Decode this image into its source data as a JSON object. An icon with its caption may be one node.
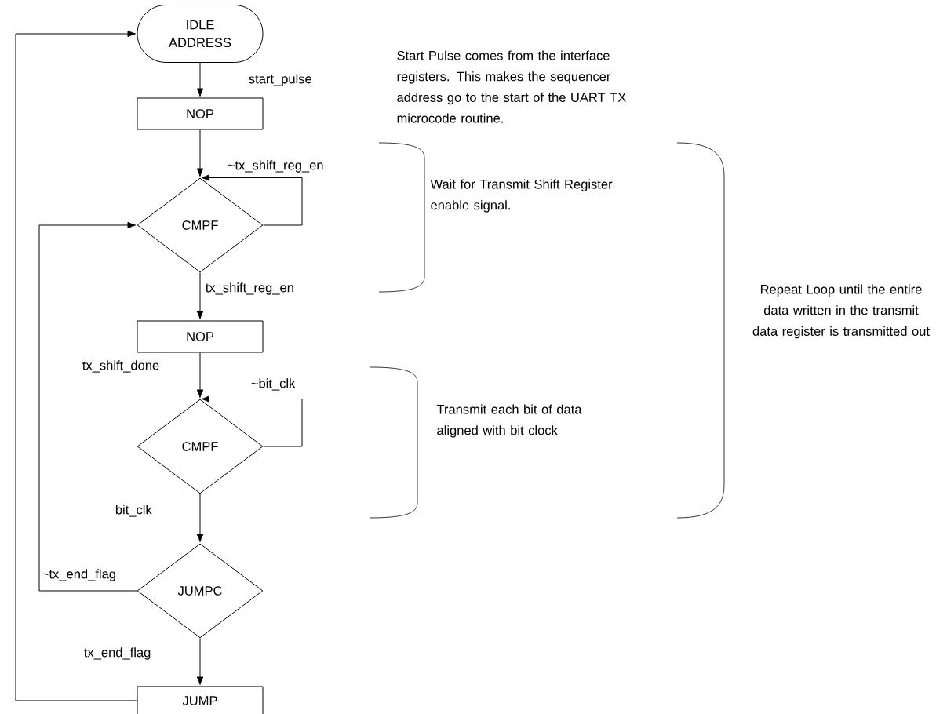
{
  "diagram": {
    "nodes": [
      {
        "text": [
          "IDLE ADDRESS"
        ]
      },
      {
        "text": [
          "NOP"
        ]
      },
      {
        "text": [
          "CMPF"
        ]
      },
      {
        "text": [
          "NOP"
        ]
      },
      {
        "text": [
          "CMPF"
        ]
      },
      {
        "text": [
          "JUMPC"
        ]
      },
      {
        "text": [
          "JUMP"
        ]
      }
    ],
    "edges": [
      {
        "from": 0,
        "to": 1,
        "arrow": "to",
        "label": "start_pulse"
      },
      {
        "from": 1,
        "to": 2,
        "arrow": "to"
      },
      {
        "from": 2,
        "to": 2,
        "arrow": "to",
        "label": "~tx_shift_reg_en"
      },
      {
        "from": 2,
        "to": 3,
        "arrow": "to",
        "label": "tx_shift_reg_en"
      },
      {
        "from": 3,
        "to": 4,
        "arrow": "to",
        "label": "tx_shift_done"
      },
      {
        "from": 4,
        "to": 4,
        "arrow": "to",
        "label": "~bit_clk"
      },
      {
        "from": 4,
        "to": 5,
        "arrow": "to",
        "label": "bit_clk"
      },
      {
        "from": 5,
        "to": 2,
        "arrow": "to",
        "label": "~tx_end_flag"
      },
      {
        "from": 5,
        "to": 6,
        "arrow": "to",
        "label": "tx_end_flag"
      },
      {
        "from": 6,
        "to": 0,
        "arrow": "to"
      }
    ],
    "labels": [
      "Start Pulse comes from the interface registers. This makes the sequencer address go to the start of the UART TX microcode routine.",
      "Wait for Transmit Shift Register enable signal.",
      "Transmit each bit of data aligned with bit clock",
      "Repeat Loop until the entire data written in the transmit data register is transmitted out"
    ]
  }
}
